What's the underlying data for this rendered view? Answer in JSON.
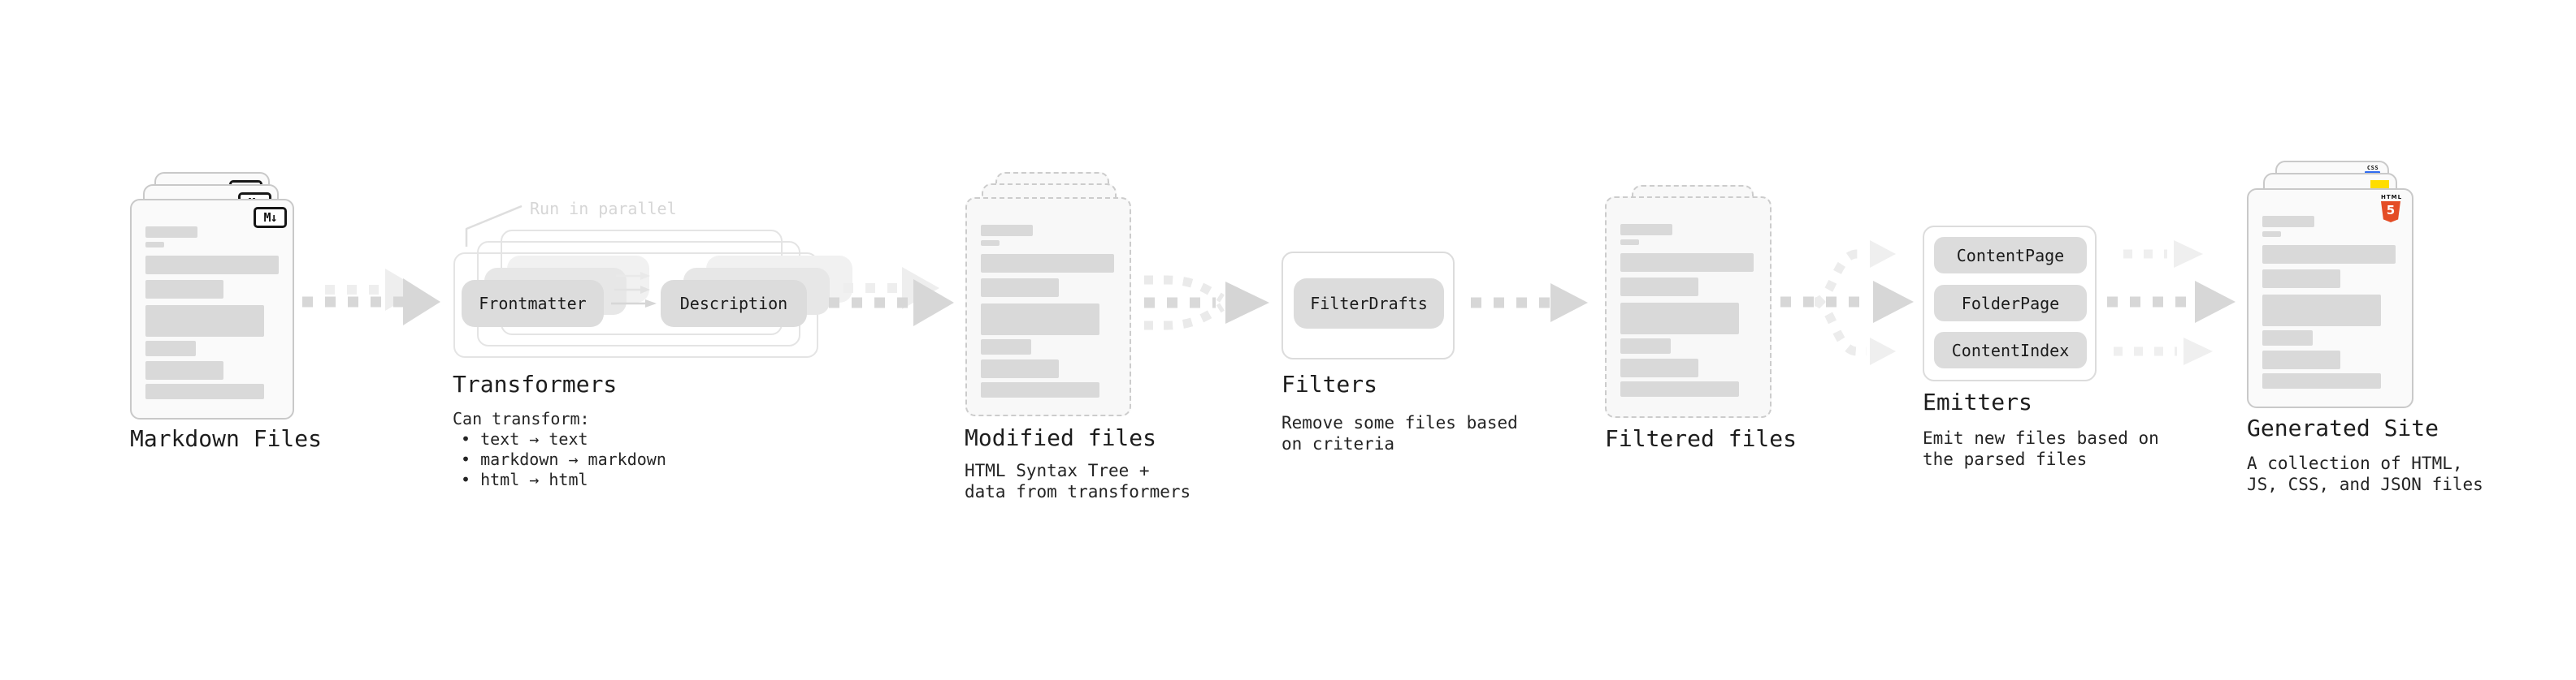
{
  "stages": {
    "markdown": {
      "title": "Markdown Files"
    },
    "transformers": {
      "title": "Transformers",
      "note": "Run in parallel",
      "pill_from": "Frontmatter",
      "pill_to": "Description",
      "body": [
        "Can transform:",
        "• text → text",
        "• markdown → markdown",
        "• html → html"
      ]
    },
    "modified": {
      "title": "Modified files",
      "body": [
        "HTML Syntax Tree +",
        "data from transformers"
      ]
    },
    "filters": {
      "title": "Filters",
      "pill": "FilterDrafts",
      "body": [
        "Remove some files based",
        "on criteria"
      ]
    },
    "filtered": {
      "title": "Filtered files"
    },
    "emitters": {
      "title": "Emitters",
      "pills": [
        "ContentPage",
        "FolderPage",
        "ContentIndex"
      ],
      "body": [
        "Emit new files based on",
        "the parsed files"
      ]
    },
    "generated": {
      "title": "Generated Site",
      "body": [
        "A collection of HTML,",
        "JS, CSS, and JSON files"
      ]
    }
  },
  "icons": {
    "markdown_badge": "M↓",
    "html5_label": "HTML",
    "html5_numeral": "5",
    "css_label": "CSS"
  },
  "colors": {
    "html5_orange": "#e44d26",
    "js_yellow": "#ffdd00",
    "css_blue": "#2f6bf0",
    "arrow_gray": "#d7d7d7",
    "arrow_light": "#eeeeee",
    "bar_gray": "#d9d9d9"
  }
}
